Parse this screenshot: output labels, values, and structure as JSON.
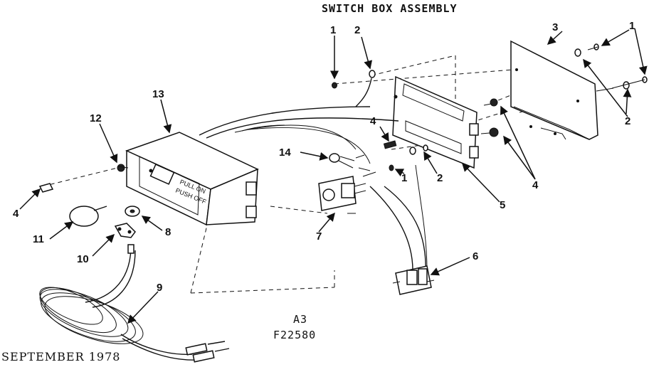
{
  "title": "SWITCH BOX ASSEMBLY",
  "page_code": "A3",
  "drawing_number": "F22580",
  "date": "SEPTEMBER 1978",
  "switch_label_line1": "PULL ON",
  "switch_label_line2": "PUSH OFF",
  "callouts": [
    {
      "id": "c1a",
      "label": "1"
    },
    {
      "id": "c2a",
      "label": "2"
    },
    {
      "id": "c3",
      "label": "3"
    },
    {
      "id": "c1b",
      "label": "1"
    },
    {
      "id": "c2b",
      "label": "2"
    },
    {
      "id": "c13",
      "label": "13"
    },
    {
      "id": "c12",
      "label": "12"
    },
    {
      "id": "c4a",
      "label": "4"
    },
    {
      "id": "c4b",
      "label": "4"
    },
    {
      "id": "c14",
      "label": "14"
    },
    {
      "id": "c1c",
      "label": "1"
    },
    {
      "id": "c2c",
      "label": "2"
    },
    {
      "id": "c4c",
      "label": "4"
    },
    {
      "id": "c5",
      "label": "5"
    },
    {
      "id": "c11",
      "label": "11"
    },
    {
      "id": "c8",
      "label": "8"
    },
    {
      "id": "c7",
      "label": "7"
    },
    {
      "id": "c10",
      "label": "10"
    },
    {
      "id": "c6",
      "label": "6"
    },
    {
      "id": "c9",
      "label": "9"
    }
  ]
}
